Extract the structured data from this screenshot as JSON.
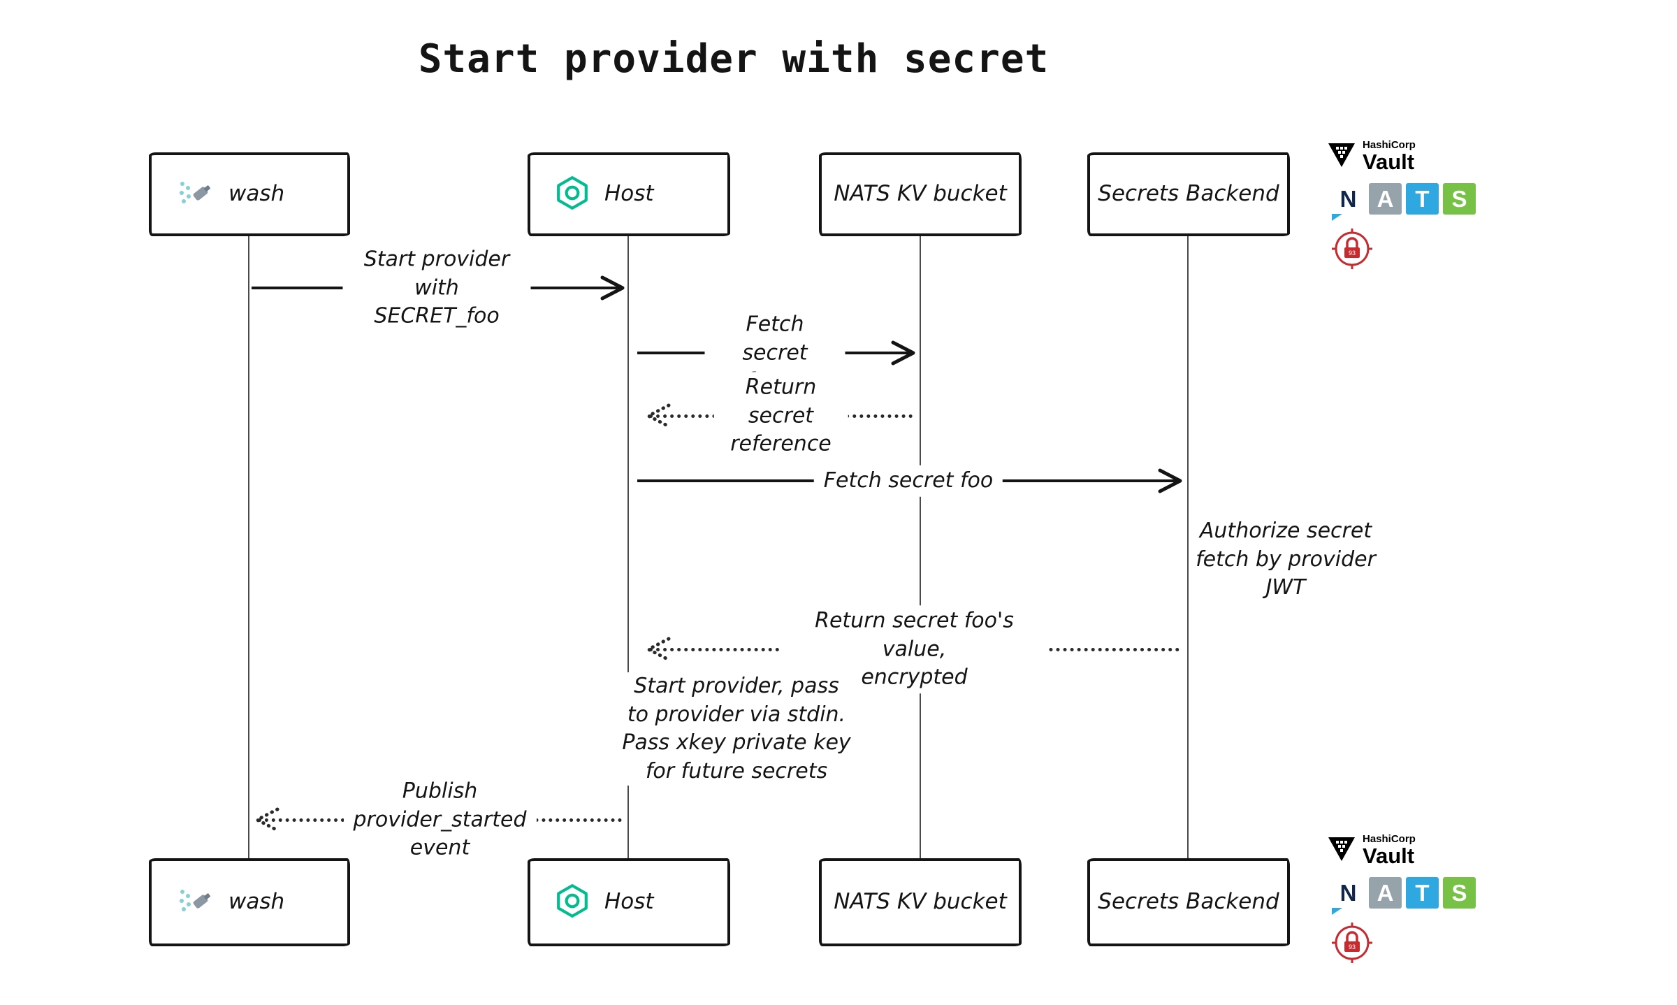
{
  "title": "Start provider with secret",
  "actors": [
    {
      "label": "wash",
      "icon": "wash-spray-icon"
    },
    {
      "label": "Host",
      "icon": "wasmcloud-hexagon-icon"
    },
    {
      "label": "NATS KV bucket"
    },
    {
      "label": "Secrets Backend"
    }
  ],
  "messages": [
    {
      "from": "wash",
      "to": "Host",
      "style": "solid",
      "label": "Start provider with\nSECRET_foo"
    },
    {
      "from": "Host",
      "to": "NATS KV bucket",
      "style": "solid",
      "label": "Fetch secret\nreference"
    },
    {
      "from": "NATS KV bucket",
      "to": "Host",
      "style": "dashed",
      "label": "Return secret\nreference"
    },
    {
      "from": "Host",
      "to": "Secrets Backend",
      "style": "solid",
      "label": "Fetch secret foo"
    },
    {
      "from": "Secrets Backend",
      "to": "Host",
      "style": "dashed",
      "label": "Return secret foo's value,\nencrypted"
    },
    {
      "from": "Host",
      "to": "wash",
      "style": "dashed",
      "label": "Publish\nprovider_started event"
    }
  ],
  "notes": [
    {
      "label": "Authorize secret\nfetch by provider\nJWT"
    },
    {
      "label": "Start provider, pass\nto provider via stdin.\nPass xkey private key\nfor future secrets"
    }
  ],
  "logos": {
    "vault": {
      "company": "HashiCorp",
      "product": "Vault"
    },
    "nats": {
      "letters": [
        "N",
        "A",
        "T",
        "S"
      ]
    },
    "lock": {
      "digits": "93"
    }
  },
  "colors": {
    "line": "#141414",
    "wasmcloud_green": "#00bc8e",
    "wash_teal": "#86cfd6",
    "wash_gray": "#8b97a2",
    "nats_navy": "#10264a",
    "nats_gray": "#97a3ab",
    "nats_blue": "#2fa8e1",
    "nats_green": "#78c147",
    "lock_red": "#c62b30"
  }
}
